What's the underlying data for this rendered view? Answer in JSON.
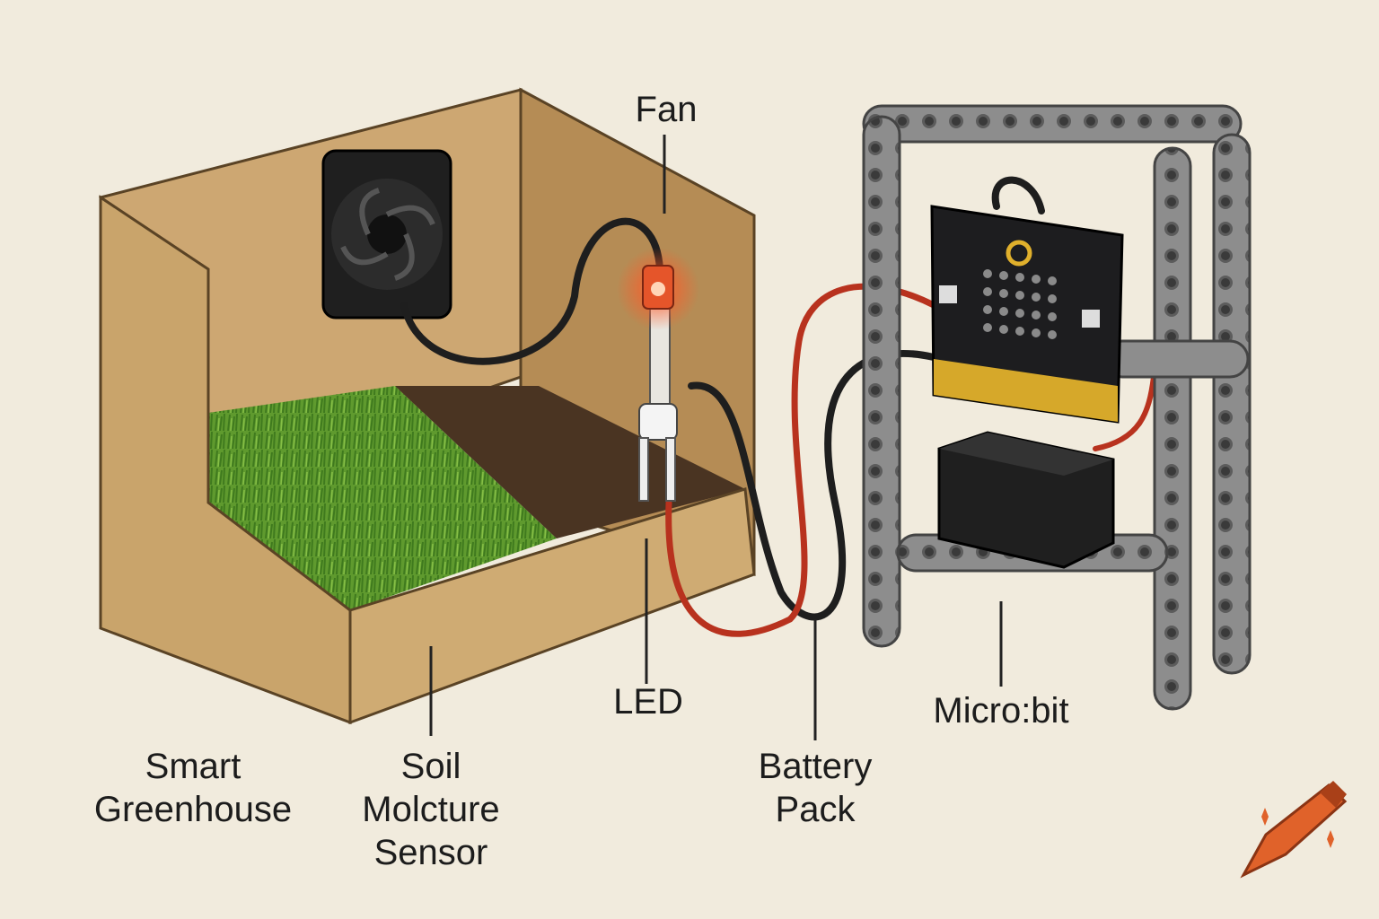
{
  "labels": {
    "fan": "Fan",
    "led": "LED",
    "microbit": "Micro:bit",
    "greenhouse": [
      "Smart",
      "Greenhouse"
    ],
    "sensor": [
      "Soil",
      "Molcture",
      "Sensor"
    ],
    "battery": [
      "Battery",
      "Pack"
    ]
  },
  "colors": {
    "background": "#f1ebdd",
    "cardboard": "#c9a46b",
    "cardboard_dark": "#a8834d",
    "grass": "#5f9a2e",
    "soil": "#4a3422",
    "frame": "#8d8d8d",
    "board": "#1d1d1f",
    "led_glow": "#ff5a28",
    "wire_red": "#b8321e",
    "wire_black": "#1e1e1e",
    "crayon": "#e0622a"
  },
  "icons": [
    "fan-icon",
    "led-icon",
    "microbit-icon",
    "battery-icon",
    "crayon-icon"
  ]
}
